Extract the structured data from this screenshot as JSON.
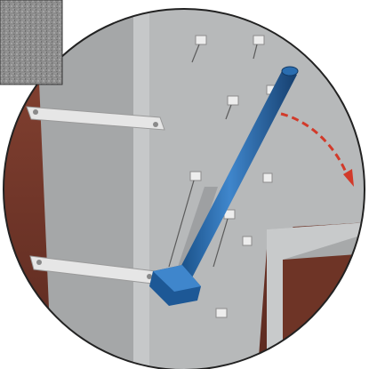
{
  "illustration": {
    "colors": {
      "page_background": "#ffffff",
      "wall_left": "#a9abac",
      "wall_right": "#b9bbbc",
      "wall_edge_light": "#d3d5d6",
      "brick": "#7a3a2c",
      "rod": "#1f5f9e",
      "rod_highlight": "#3f86cc",
      "arrow": "#d23a2a",
      "strap": "#e4e4e4",
      "circle_outline": "#222222"
    },
    "icons": [
      "wall-tie-strap",
      "wall-tie-lug",
      "tie-bending-rod",
      "rotation-arrow",
      "concrete-texture-swatch"
    ],
    "rotation_direction": "clockwise"
  }
}
